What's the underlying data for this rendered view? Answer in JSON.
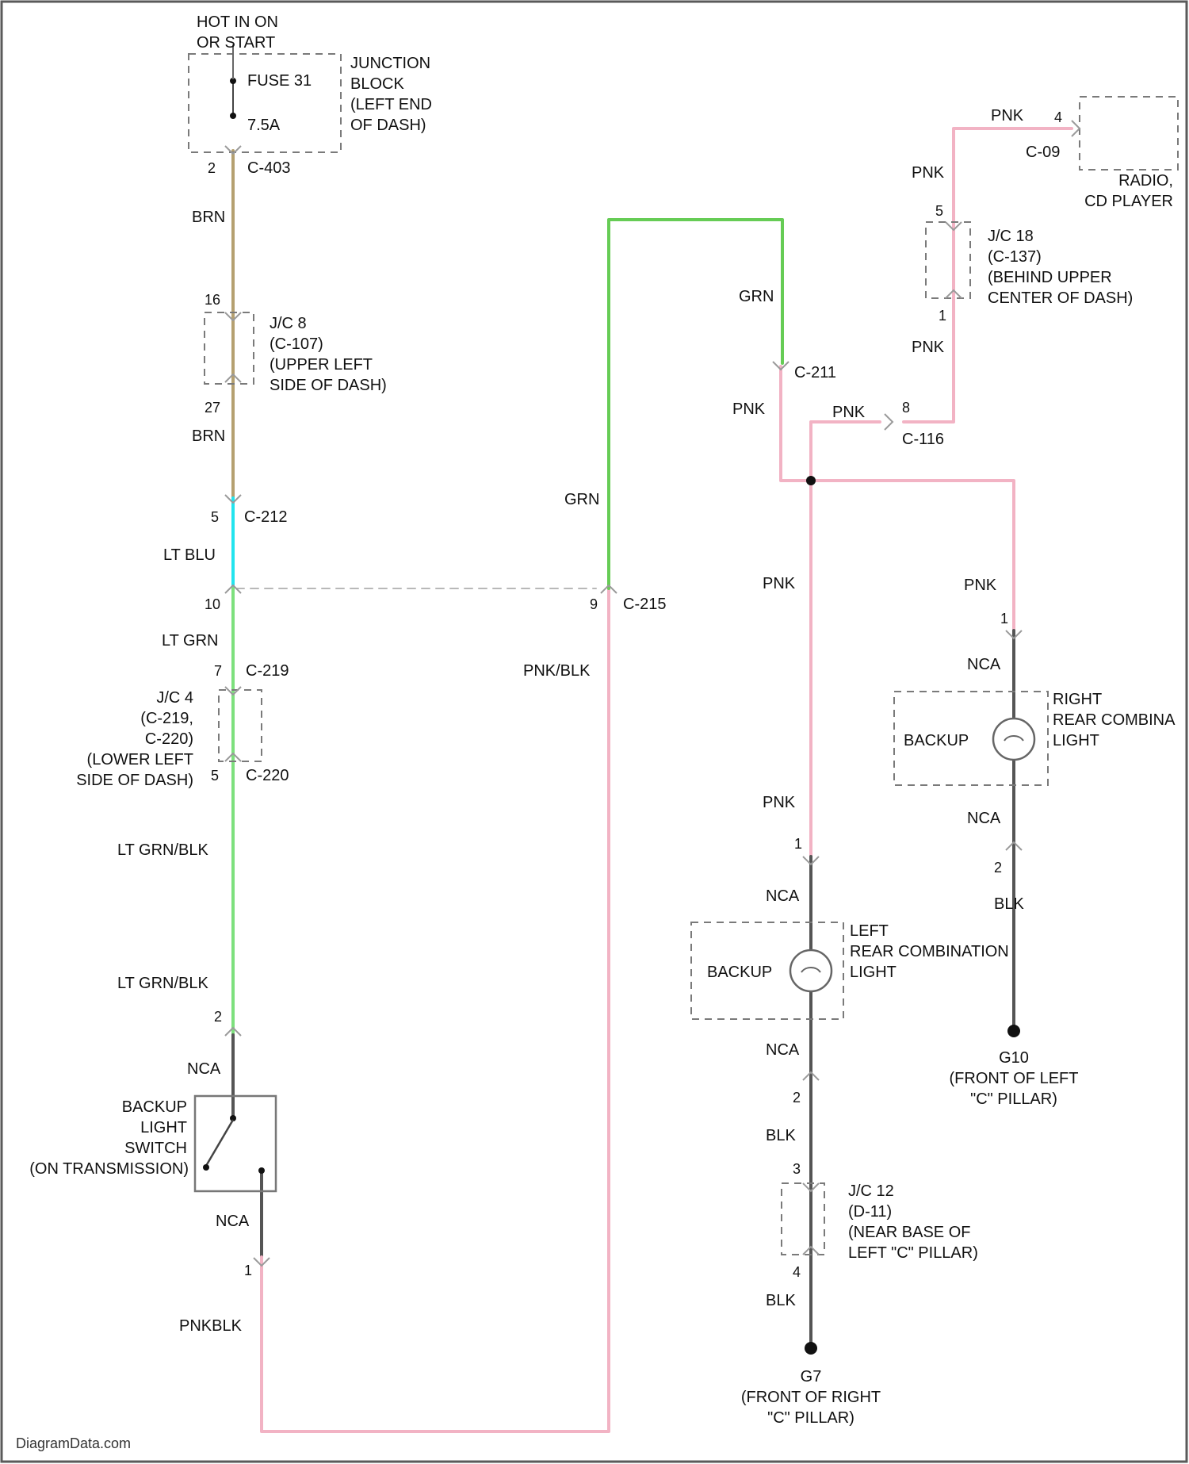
{
  "watermark": "DiagramData.com",
  "colors": {
    "brn": "#b5a070",
    "lt_blu": "#22e4ee",
    "lt_grn": "#7de07d",
    "grn": "#66cc55",
    "pnk": "#f2b3c4",
    "nca": "#555555",
    "blk": "#555555",
    "border": "#5a5a5a"
  },
  "labels": {
    "hot": [
      "HOT IN ON",
      "OR START"
    ],
    "fuse": [
      "FUSE 31",
      "7.5A"
    ],
    "junction_block": [
      "JUNCTION",
      "BLOCK",
      "(LEFT END",
      "OF DASH)"
    ],
    "c403": "C-403",
    "c403_pin": "2",
    "brn": "BRN",
    "jc8": [
      "J/C 8",
      "(C-107)",
      "(UPPER LEFT",
      "SIDE OF DASH)"
    ],
    "jc8_pin_top": "16",
    "jc8_pin_bottom": "27",
    "c212": "C-212",
    "c212_pin": "5",
    "lt_blu": "LT BLU",
    "pin_10": "10",
    "lt_grn": "LT GRN",
    "c219": "C-219",
    "c219_pin": "7",
    "jc4": [
      "J/C 4",
      "(C-219,",
      "C-220)",
      "(LOWER LEFT",
      "SIDE OF DASH)"
    ],
    "c220": "C-220",
    "c220_pin": "5",
    "lt_grn_blk": "LT GRN/BLK",
    "switch_pin_top": "2",
    "switch_pin_bottom": "1",
    "nca": "NCA",
    "backup_switch": [
      "BACKUP",
      "LIGHT",
      "SWITCH",
      "(ON TRANSMISSION)"
    ],
    "pnk_blk": "PNK/BLK",
    "pnkblk_left": "PNKBLK",
    "c215": "C-215",
    "c215_pin": "9",
    "grn": "GRN",
    "c211": "C-211",
    "pnk": "PNK",
    "c116": "C-116",
    "c116_pin": "8",
    "c09": "C-09",
    "c09_pin": "4",
    "radio": [
      "RADIO,",
      "CD PLAYER"
    ],
    "jc18": [
      "J/C 18",
      "(C-137)",
      "(BEHIND UPPER",
      "CENTER OF DASH)"
    ],
    "jc18_pin_top": "5",
    "jc18_pin_bottom": "1",
    "backup": "BACKUP",
    "left_rear": [
      "LEFT",
      "REAR COMBINATION",
      "LIGHT"
    ],
    "right_rear": [
      "RIGHT",
      "REAR COMBINA",
      "LIGHT"
    ],
    "lamp_pin_top": "1",
    "lamp_pin_bottom": "2",
    "blk": "BLK",
    "jc12": [
      "J/C 12",
      "(D-11)",
      "(NEAR BASE OF",
      "LEFT \"C\" PILLAR)"
    ],
    "jc12_pin_top": "3",
    "jc12_pin_bottom": "4",
    "g7": [
      "G7",
      "(FRONT OF RIGHT",
      "\"C\" PILLAR)"
    ],
    "g10": [
      "G10",
      "(FRONT OF LEFT",
      "\"C\" PILLAR)"
    ]
  }
}
